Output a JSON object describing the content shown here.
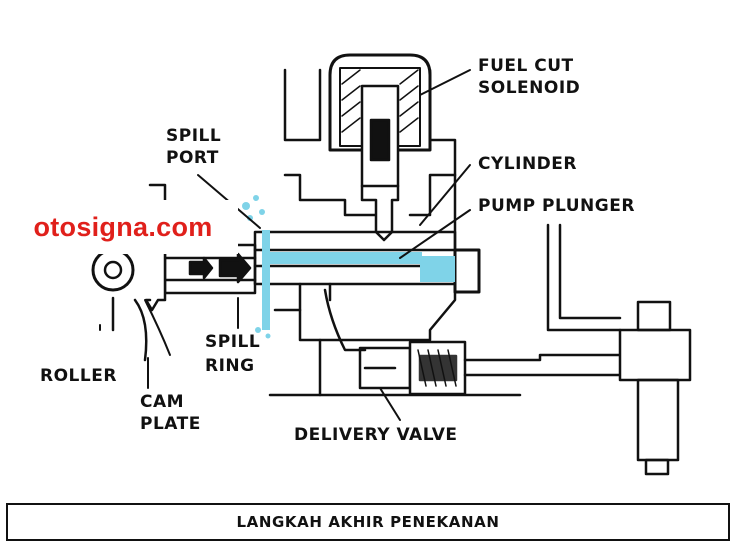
{
  "labels": {
    "fuel_cut": "FUEL CUT",
    "solenoid": "SOLENOID",
    "cylinder": "CYLINDER",
    "pump_plunger": "PUMP PLUNGER",
    "spill": "SPILL",
    "port": "PORT",
    "spill_2": "SPILL",
    "ring": "RING",
    "roller": "ROLLER",
    "cam": "CAM",
    "plate": "PLATE",
    "delivery_valve": "DELIVERY VALVE"
  },
  "watermark": "otosigna.com",
  "caption": "LANGKAH AKHIR PENEKANAN",
  "colors": {
    "ink": "#111111",
    "fuel_highlight": "#7fd3e8",
    "watermark_text": "#e0201b"
  }
}
